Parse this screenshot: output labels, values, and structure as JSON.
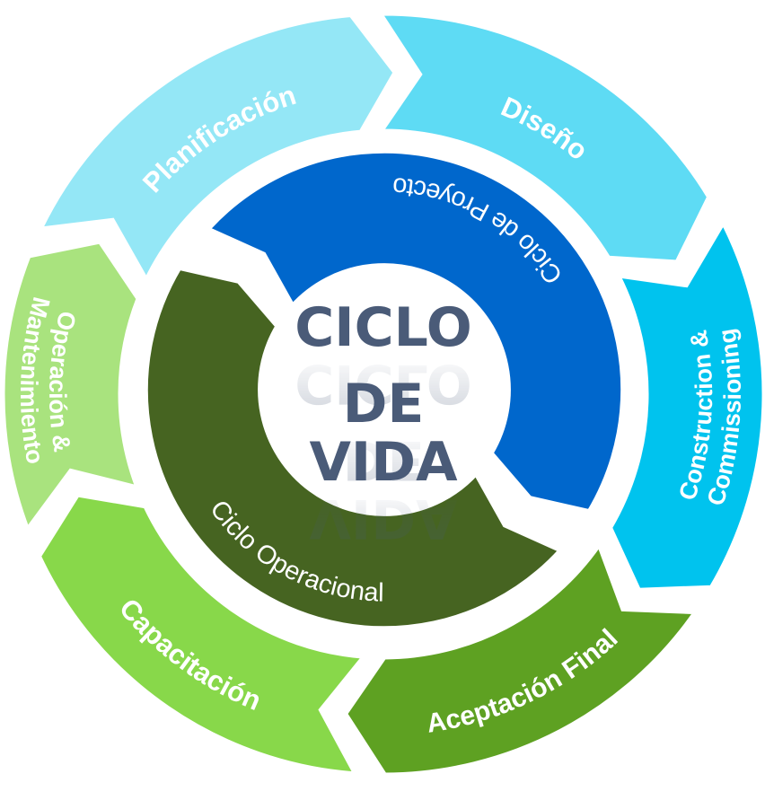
{
  "title": "Ciclo de Vida",
  "center": {
    "lines": [
      "CICLO",
      "DE",
      "VIDA"
    ],
    "color": "#4A5B78"
  },
  "inner_cycles": [
    {
      "id": "proyecto",
      "label": "Ciclo de Proyecto",
      "color": "#0067CC"
    },
    {
      "id": "operacional",
      "label": "Ciclo Operacional",
      "color": "#466421"
    }
  ],
  "outer_stages": [
    {
      "id": "operacion",
      "lines": [
        "Operación &",
        "Mantenimiento"
      ],
      "color": "#A9E37E"
    },
    {
      "id": "planificacion",
      "lines": [
        "Planificación"
      ],
      "color": "#94E7F6"
    },
    {
      "id": "diseno",
      "lines": [
        "Diseño"
      ],
      "color": "#5EDBF4"
    },
    {
      "id": "construction",
      "lines": [
        "Construction &",
        "Commissioning"
      ],
      "color": "#00C3EE"
    },
    {
      "id": "aceptacion",
      "lines": [
        "Aceptación Final"
      ],
      "color": "#5EA122"
    },
    {
      "id": "capacitacion",
      "lines": [
        "Capacitación"
      ],
      "color": "#88D84A"
    }
  ]
}
